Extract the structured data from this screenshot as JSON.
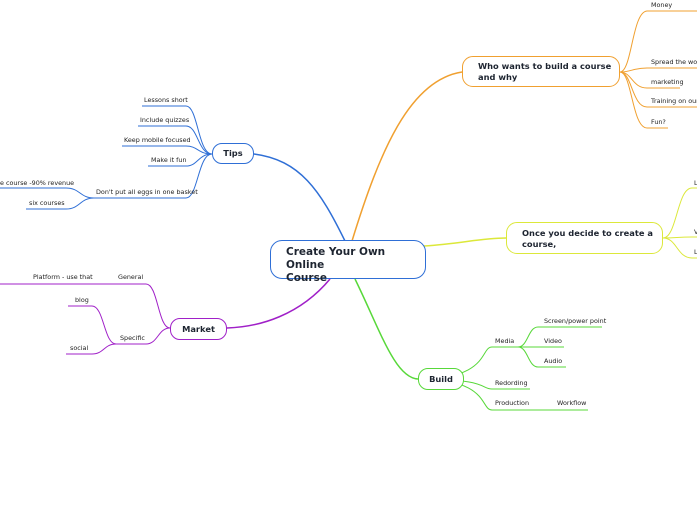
{
  "central": {
    "line1": "Create Your Own Online",
    "line2": "Course"
  },
  "who": {
    "title_line1": "Who wants to build a course",
    "title_line2": "and why",
    "children": [
      "Money",
      "Spread the word",
      "marketing",
      "Training on our p",
      "Fun?"
    ]
  },
  "once": {
    "title_line1": "Once you decide to create a",
    "title_line2": "course,",
    "children_partial": [
      "L",
      "V",
      "L"
    ]
  },
  "tips": {
    "title": "Tips",
    "children": [
      "Lessons short",
      "Include quizzes",
      "Keep mobile focused",
      "Make it fun",
      "Don't put all eggs in one basket"
    ],
    "basket_children": [
      "e course -90% revenue",
      "six courses"
    ]
  },
  "market": {
    "title": "Market",
    "general": "General",
    "platform": "Platform - use that",
    "specific": "Specific",
    "specific_children": [
      "blog",
      "social"
    ]
  },
  "build": {
    "title": "Build",
    "media": "Media",
    "media_children": [
      "Screen/power point",
      "Video",
      "Audio"
    ],
    "recording": "Redording",
    "production": "Production",
    "workflow": "Workflow"
  },
  "colors": {
    "blue": "#2f6fd6",
    "orange": "#f0a030",
    "yellow": "#dce83a",
    "purple": "#a020c8",
    "green": "#58d83a"
  }
}
